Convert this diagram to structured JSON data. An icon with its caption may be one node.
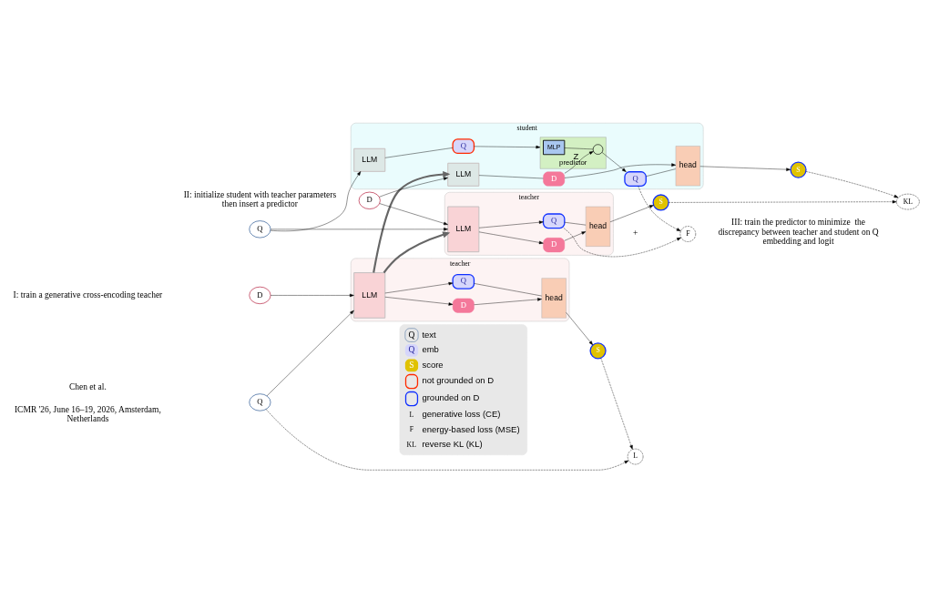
{
  "diagram": {
    "nodes": [
      {
        "text": [
          "teacher"
        ]
      },
      {
        "text": [
          "head"
        ],
        "in": 0
      },
      {
        "text": [
          "D"
        ],
        "in": 0
      },
      {
        "text": [
          "LLM"
        ],
        "in": 0
      },
      {
        "text": [
          "Q"
        ],
        "in": 0
      },
      {
        "text": [
          "S"
        ]
      },
      {
        "text": [
          "D"
        ]
      },
      {
        "text": [
          "Q"
        ]
      },
      {
        "text": [
          "L"
        ]
      },
      {
        "text": [
          "teacher"
        ]
      },
      {
        "text": [
          "head"
        ],
        "in": 9
      },
      {
        "text": [
          "D"
        ],
        "in": 9
      },
      {
        "text": [
          "LLM"
        ],
        "in": 9
      },
      {
        "text": [
          "Q"
        ],
        "in": 9
      },
      {
        "text": [
          "S"
        ]
      },
      {
        "text": [
          "D"
        ]
      },
      {
        "text": [
          "Q"
        ]
      },
      {
        "text": [
          "student"
        ]
      },
      {
        "text": [
          "LLM"
        ],
        "in": 17
      },
      {
        "text": [
          "D"
        ],
        "in": 17
      },
      {
        "text": [
          "LLM"
        ],
        "in": 17
      },
      {
        "text": [
          "Q"
        ],
        "in": 17
      },
      {
        "text": [
          "predictor"
        ],
        "in": 17
      },
      {
        "text": [
          "MLP"
        ],
        "in": 22
      },
      {
        "text": [],
        "shape": "circle",
        "in": 22
      },
      {
        "text": [
          "Q"
        ],
        "in": 17
      },
      {
        "text": [
          "head"
        ],
        "in": 17
      },
      {
        "text": [
          "S"
        ]
      },
      {
        "text": [
          "F"
        ]
      },
      {
        "text": [
          "KL"
        ]
      }
    ],
    "edges": [
      {
        "from": 3,
        "to": 2,
        "arrow": "to"
      },
      {
        "from": 2,
        "to": 1,
        "arrow": "to"
      },
      {
        "from": 3,
        "to": 4,
        "arrow": "to"
      },
      {
        "from": 4,
        "to": 1,
        "arrow": "none"
      },
      {
        "from": 1,
        "to": 5,
        "arrow": "to"
      },
      {
        "from": 6,
        "to": 3,
        "arrow": "to"
      },
      {
        "from": 7,
        "to": 3,
        "arrow": "to"
      },
      {
        "from": 5,
        "to": 8,
        "arrow": "to",
        "style": "dashed"
      },
      {
        "from": 7,
        "to": 8,
        "arrow": "to",
        "style": "dashed"
      },
      {
        "from": 3,
        "to": 12,
        "arrow": "to",
        "style": "thick",
        "color": "#666666"
      },
      {
        "from": 3,
        "to": 18,
        "arrow": "to",
        "style": "thick",
        "color": "#666666"
      },
      {
        "from": 12,
        "to": 11,
        "arrow": "to"
      },
      {
        "from": 11,
        "to": 10,
        "arrow": "to"
      },
      {
        "from": 12,
        "to": 13,
        "arrow": "to"
      },
      {
        "from": 13,
        "to": 10,
        "arrow": "none"
      },
      {
        "from": 10,
        "to": 14,
        "arrow": "to"
      },
      {
        "from": 15,
        "to": 12,
        "arrow": "to"
      },
      {
        "from": 16,
        "to": 12,
        "arrow": "to"
      },
      {
        "from": 15,
        "to": 18,
        "arrow": "to"
      },
      {
        "from": 16,
        "to": 20,
        "arrow": "to"
      },
      {
        "from": 18,
        "to": 19,
        "arrow": "none"
      },
      {
        "from": 19,
        "to": 26,
        "arrow": "to"
      },
      {
        "from": 19,
        "to": 24,
        "arrow": "to",
        "label": "Z"
      },
      {
        "from": 20,
        "to": 21,
        "arrow": "none"
      },
      {
        "from": 21,
        "to": 22,
        "arrow": "to"
      },
      {
        "from": 23,
        "to": 24,
        "arrow": "none"
      },
      {
        "from": 24,
        "to": 25,
        "arrow": "to"
      },
      {
        "from": 25,
        "to": 26,
        "arrow": "none"
      },
      {
        "from": 26,
        "to": 27,
        "arrow": "to"
      },
      {
        "from": 13,
        "to": 28,
        "arrow": "to",
        "style": "dashed"
      },
      {
        "from": 25,
        "to": 28,
        "arrow": "to",
        "style": "dashed"
      },
      {
        "from": 14,
        "to": 29,
        "arrow": "to",
        "style": "dashed"
      },
      {
        "from": 27,
        "to": 29,
        "arrow": "to",
        "style": "dashed"
      }
    ],
    "labels": [
      "ICMR '26, June 16–19, 2026, Amsterdam, Netherlands",
      "Chen et al.",
      "I: train a generative cross-encoding teacher",
      "Q",
      "Q",
      "S",
      "L",
      "F",
      "KL",
      "II: initialize student with teacher parameters then insert a predictor",
      "+",
      "III: train the predictor to minimize  the discrepancy between teacher and student on Q embedding and logit"
    ],
    "legend": [
      {
        "text": "text"
      },
      {
        "text": "emb",
        "color": "#d6d6fb"
      },
      {
        "text": "score",
        "color": "#e0c200"
      },
      {
        "text": "not grounded on D"
      },
      {
        "text": "grounded on D"
      },
      {
        "text": "generative loss (CE)"
      },
      {
        "text": "energy-based loss (MSE)"
      },
      {
        "text": "reverse KL (KL)"
      }
    ]
  }
}
